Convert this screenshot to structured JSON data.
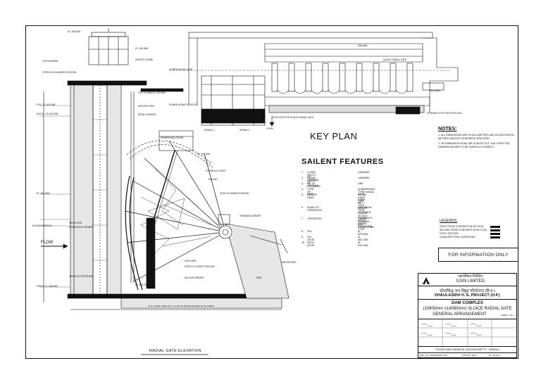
{
  "key_plan": {
    "title": "KEY PLAN",
    "labels": {
      "power_intake_gate": "POWER INTAKE GATE",
      "power_intake_stoplog": "POWER INTAKE STOPLOG",
      "stoplog_sluice": "STOPLOGS FOR SLUICE RADIAL GATE",
      "intake_1": "INTAKE-1",
      "intake_2": "INTAKE-2",
      "railway": "RAILWAY",
      "sluice_radial_gate": "SLUICE RADIAL GATE",
      "spillway": "SPILLWAY",
      "storage_pits": "STORAGE PITS FOR STOPLOGS",
      "flow": "FLOW"
    }
  },
  "salient": {
    "title": "SAILENT FEATURES",
    "items": [
      {
        "n": "1.",
        "label": "CLEAR WIDTH OF OPENING",
        "value": "10800MM"
      },
      {
        "n": "2.",
        "label": "CLEAR HEIGHT OF OPENING",
        "value": "14050MM"
      },
      {
        "n": "3.",
        "label": "No. OF OPENINGS",
        "value": "ONE"
      },
      {
        "n": "4.",
        "label": "TYPE OF GATE",
        "value": "SUBMERGING TYPE RADIAL GATE"
      },
      {
        "n": "5.",
        "label": "DESIGN HEAD",
        "value": "30.25M (HIGH LONG LIFT)"
      },
      {
        "n": "",
        "label": "",
        "value": "HALF OF GATE HEIGHT"
      },
      {
        "n": "6.",
        "label": "MODE OF OPERATION",
        "value": "INDIVIDUAL TWIN CYLINDER"
      },
      {
        "n": "",
        "label": "",
        "value": "SINGLE ACTING HYDRAULIC HOIST"
      },
      {
        "n": "7.",
        "label": "OPERATION",
        "value": "UNDER FLOWING WATER CONDITION"
      },
      {
        "n": "",
        "label": "",
        "value": "AND REGULATING TYPE"
      },
      {
        "n": "8.",
        "label": "FRL",
        "value": "EL 522.00M"
      },
      {
        "n": "9.",
        "label": "SILL LEVEL",
        "value": "EL 484.75M"
      },
      {
        "n": "10.",
        "label": "DECK LEVEL",
        "value": "EL 532.00M"
      }
    ]
  },
  "notes": {
    "title": "NOTES:",
    "lines": [
      "1. ALL DIMENSIONS ARE IN MILLIMETRES AND ELEVATIONS IN METRES UNLESS OTHERWISE SPECIFIED.",
      "2. NO DIMENSION SHALL BE SCALED OUT. ONLY WRITTEN DIMENSIONS ARE TO BE TAKEN AS CORRECT."
    ]
  },
  "legends": {
    "title": "LEGENDS:",
    "items": [
      "FIRST STAGE CONCRETE IN SECTION",
      "SECOND STAGE CONCRETE IN SECTION",
      "STEEL SECTION",
      "STAINLESS STEEL SURFACING"
    ]
  },
  "info_box": "FOR INFORMATION ONLY",
  "title_block": {
    "company_hindi": "एसजेवीएन लिमिटेड",
    "company": "SJVN LIMITED",
    "project_hindi": "धौलासिद्ध जल विद्युत परियोजना (हि.प्र.)",
    "project": "DHAULASIDH H. E. PROJECT (H.P.)",
    "drawing_title_1": "DAM COMPLEX",
    "drawing_title_2": "(10800mm x14050mm) SLUICE RADIAL GATE",
    "drawing_title_3": "GENERAL ARRANGEMENT",
    "sheet": "SHEET 1 OF 1",
    "department": "HYDRO-MECHANICAL DESIGN DEPTT., SHIMLA",
    "drg_no": "DRG. No. DHE/HM/SRG-001",
    "date": "AUGUST, 2019",
    "scale": "No. SCALE"
  },
  "elevation": {
    "title": "RADIAL GATE ELEVATION",
    "labels": {
      "lifting_beam": "LIFTING BEAM",
      "stoplog_unit": "STOPLOG IN RAISED POSITION",
      "gantry_crane": "GANTRY CRANE",
      "top_of_dam": "TOP OF DAM EL. 532.00M",
      "air_vent": "AIR VENT PIPE",
      "rung_ladder": "RUNG LADDERS",
      "frl": "F.R.L. EL 522.00M",
      "mddl": "M.D.D.L. EL 515.00M",
      "power_pack_room": "POWER PACK ROOM",
      "hydraulic_hoist": "HYDRAULIC HOIST",
      "railing": "RAILING",
      "gate_raised": "GATE IN RAISED POSITION",
      "trunnion_girder": "TRUNNION GIRDER",
      "main_plate": "SKIN PLATE",
      "horizontal_girder": "HORIZONTAL GIRDER",
      "sluice_stoplog": "SLUICE STOPLOG",
      "flow": "FLOW",
      "vertical_stiffener": "VERTICAL STIFFENER",
      "arm": "GATE ARM",
      "gate_closed": "GATE IN CLOSED POSITION",
      "anchor_girder": "ANCHOR GIRDER",
      "crest": "CREST EL. 485.00M",
      "sill_level": "EL. 484.75M",
      "pier": "PIER",
      "water_gate": "WATER GATE",
      "el_1": "EL. 539.00M",
      "el_2": "EL. 526.00M",
      "el_3": "EL. 501.00M",
      "el_4": "EL. 495.00M",
      "ss_liner": "20 TH. STEEL LINER (16) 1.0 & 3M U/S FROM THE EDGE OF SILL BEAM"
    }
  }
}
